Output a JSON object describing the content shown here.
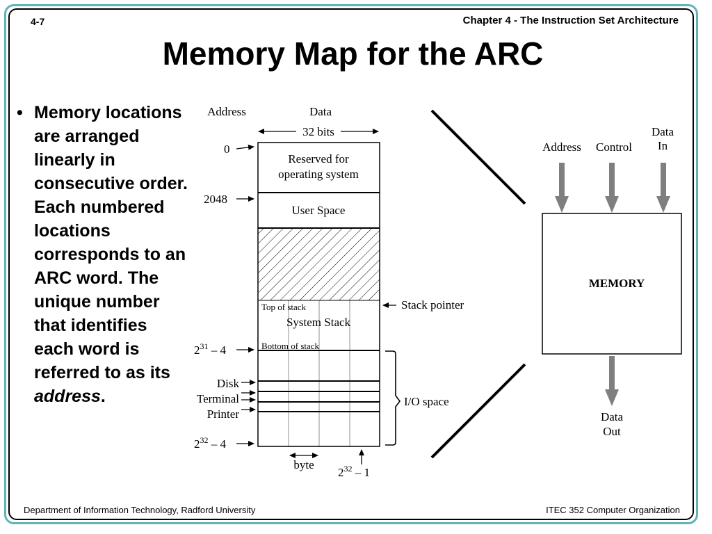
{
  "header": {
    "slide_number": "4-7",
    "chapter": "Chapter 4 - The Instruction Set Architecture"
  },
  "title": "Memory Map for the ARC",
  "bullet": {
    "symbol": "•",
    "text_before": "Memory locations are arranged linearly in consecutive order. Each numbered locations corresponds to an ARC word. The unique number that identifies each word is referred to as its ",
    "emphasis": "address",
    "text_after": "."
  },
  "memory_map": {
    "address_header": "Address",
    "data_header": "Data",
    "width_label": "32 bits",
    "addr_0": "0",
    "addr_2048": "2048",
    "addr_231_base": "2",
    "addr_231_exp": "31",
    "addr_231_suffix": " – 4",
    "addr_232_base": "2",
    "addr_232_exp": "32",
    "addr_232_suffix": " – 4",
    "region_reserved_line1": "Reserved for",
    "region_reserved_line2": "operating system",
    "region_user": "User Space",
    "top_of_stack": "Top of stack",
    "system_stack": "System Stack",
    "bottom_of_stack": "Bottom of stack",
    "stack_pointer": "Stack pointer",
    "io_disk": "Disk",
    "io_terminal": "Terminal",
    "io_printer": "Printer",
    "io_space": "I/O space",
    "byte_label": "byte",
    "last_base": "2",
    "last_exp": "32",
    "last_suffix": " – 1"
  },
  "memory_block": {
    "address": "Address",
    "control": "Control",
    "data_in_line1": "Data",
    "data_in_line2": "In",
    "memory": "MEMORY",
    "data_out_line1": "Data",
    "data_out_line2": "Out"
  },
  "footer": {
    "left": "Department of Information Technology, Radford University",
    "right": "ITEC 352 Computer Organization"
  },
  "colors": {
    "frame_accent": "#5fb4b4",
    "arrow_gray": "#7f7f7f"
  }
}
